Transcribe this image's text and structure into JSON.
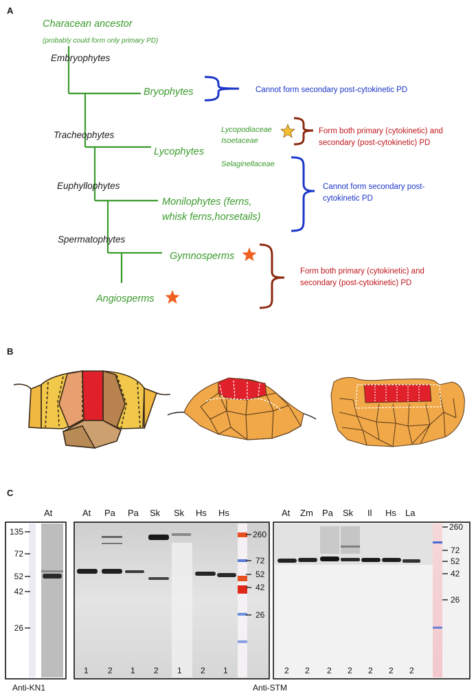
{
  "panel_labels": {
    "a": "A",
    "b": "B",
    "c": "C"
  },
  "tree": {
    "ancestor": "Characean ancestor",
    "ancestor_note": "(probably could form only primary PD)",
    "embryophytes": "Embryophytes",
    "bryophytes": "Bryophytes",
    "tracheophytes": "Tracheophytes",
    "lycophytes": "Lycophytes",
    "euphyllophytes": "Euphyllophytes",
    "monilophytes_1": "Monilophytes (ferns,",
    "monilophytes_2": "whisk ferns,horsetails)",
    "spermatophytes": "Spermatophytes",
    "gymnosperms": "Gymnosperms",
    "angiosperms": "Angiosperms",
    "lycopodiaceae": "Lycopodiaceae",
    "isoetaceae": "Isoetaceae",
    "selaginellaceae": "Selaginellaceae"
  },
  "annotations": {
    "bryo_note": "Cannot form secondary post-cytokinetic PD",
    "lyco_note_1": "Form both primary (cytokinetic) and",
    "lyco_note_2": "secondary (post-cytokinetic) PD",
    "selag_note_1": "Cannot form secondary post-",
    "selag_note_2": "cytokinetic PD",
    "seed_note_1": "Form both primary (cytokinetic) and",
    "seed_note_2": "secondary (post-cytokinetic) PD"
  },
  "colors": {
    "tree_green": "#3a9a2c",
    "note_blue": "#1a35c8",
    "note_red": "#c0151a",
    "bracket_brown": "#8b2a10",
    "star_orange": "#f06020",
    "star_yellow": "#f5c030",
    "meristem_red": "#e0202a",
    "cell_orange": "#f0a848"
  },
  "blots": {
    "left": {
      "lanes": [
        "At"
      ],
      "markers": [
        "135",
        "72",
        "52",
        "42",
        "26"
      ],
      "caption": "Anti-KN1"
    },
    "middle": {
      "lanes": [
        "At",
        "Pa",
        "Pa",
        "Sk",
        "Sk",
        "Hs",
        "Hs"
      ],
      "lane_numbers": [
        "1",
        "2",
        "1",
        "2",
        "1",
        "2",
        "1"
      ],
      "markers": [
        "260",
        "72",
        "52",
        "42",
        "26"
      ]
    },
    "right": {
      "lanes": [
        "At",
        "Zm",
        "Pa",
        "Sk",
        "Il",
        "Hs",
        "La"
      ],
      "lane_numbers": [
        "2",
        "2",
        "2",
        "2",
        "2",
        "2",
        "2"
      ],
      "markers": [
        "260",
        "72",
        "52",
        "42",
        "26"
      ]
    },
    "caption_stm": "Anti-STM"
  }
}
